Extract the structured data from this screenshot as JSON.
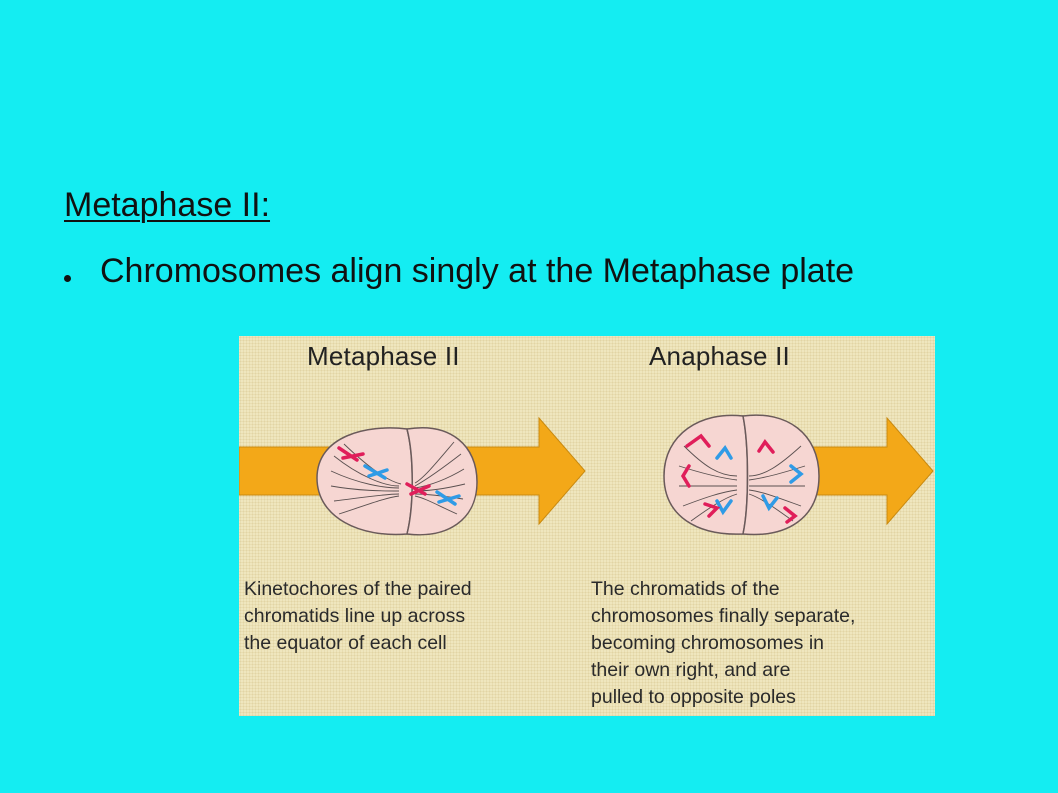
{
  "slide": {
    "title": "Metaphase II:",
    "bullets": [
      "Chromosomes align singly at the Metaphase plate"
    ]
  },
  "figure": {
    "panels": [
      {
        "heading": "Metaphase II",
        "caption": "Kinetochores of the paired\nchromatids line up across\nthe equator of each cell"
      },
      {
        "heading": "Anaphase II",
        "caption": "The chromatids of the\nchromosomes finally separate,\nbecoming chromosomes in\ntheir own right, and are\npulled to opposite poles"
      }
    ]
  },
  "colors": {
    "background": "#14EDF2",
    "arrow": "#F3A818",
    "cell": "#F6D6D2",
    "chromosome_red": "#E01E5A",
    "chromosome_blue": "#2F9BE6"
  }
}
